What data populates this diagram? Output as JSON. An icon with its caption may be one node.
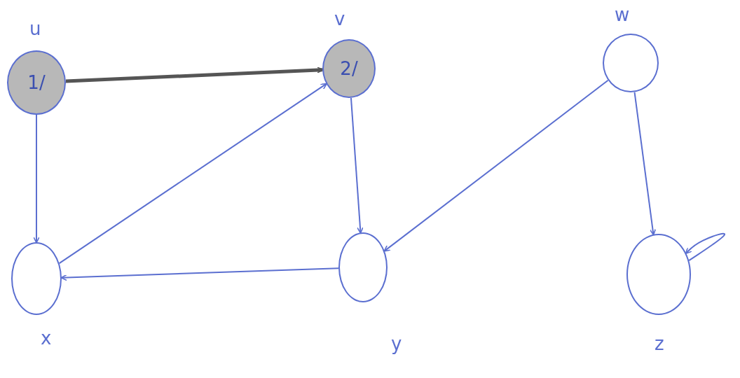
{
  "diagram": {
    "nodes": [
      {
        "text": [
          "1/"
        ],
        "beside": [
          "u"
        ]
      },
      {
        "text": [
          "2/"
        ],
        "beside": [
          "v"
        ]
      },
      {
        "text": [],
        "shape": "circle",
        "beside": [
          "w"
        ]
      },
      {
        "text": [],
        "shape": "circle",
        "beside": [
          "x"
        ]
      },
      {
        "text": [],
        "shape": "circle",
        "beside": [
          "y"
        ]
      },
      {
        "text": [],
        "shape": "circle",
        "beside": [
          "z"
        ]
      }
    ],
    "edges": [
      {
        "from": 0,
        "to": 1,
        "arrow": "to",
        "style": "thick",
        "color": "#555555"
      },
      {
        "from": 0,
        "to": 3,
        "arrow": "to"
      },
      {
        "from": 3,
        "to": 1,
        "arrow": "to"
      },
      {
        "from": 1,
        "to": 4,
        "arrow": "to"
      },
      {
        "from": 4,
        "to": 3,
        "arrow": "to"
      },
      {
        "from": 2,
        "to": 4,
        "arrow": "to"
      },
      {
        "from": 2,
        "to": 5,
        "arrow": "to"
      },
      {
        "from": 5,
        "to": 5,
        "arrow": "to"
      }
    ]
  }
}
